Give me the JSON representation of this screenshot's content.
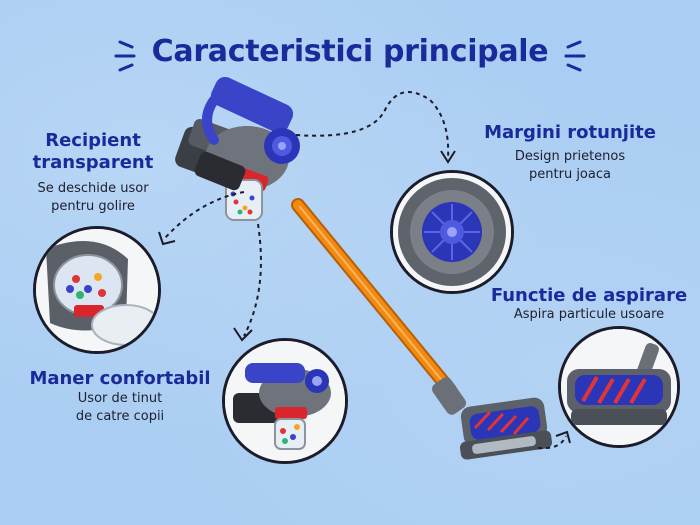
{
  "title": "Caracteristici principale",
  "features": {
    "recipient": {
      "title_line1": "Recipient",
      "title_line2": "transparent",
      "desc_line1": "Se deschide usor",
      "desc_line2": "pentru golire"
    },
    "margini": {
      "title": "Margini rotunjite",
      "desc_line1": "Design prietenos",
      "desc_line2": "pentru joaca"
    },
    "functie": {
      "title": "Functie de aspirare",
      "desc": "Aspira particule usoare"
    },
    "maner": {
      "title": "Maner confortabil",
      "desc_line1": "Usor de tinut",
      "desc_line2": "de catre copii"
    }
  },
  "colors": {
    "title": "#1b2a9a",
    "background": "#a9cdf3",
    "wand": "#f08a12",
    "body_red": "#d8262c",
    "accent_blue": "#3a44c8",
    "gray": "#6b6f78"
  }
}
